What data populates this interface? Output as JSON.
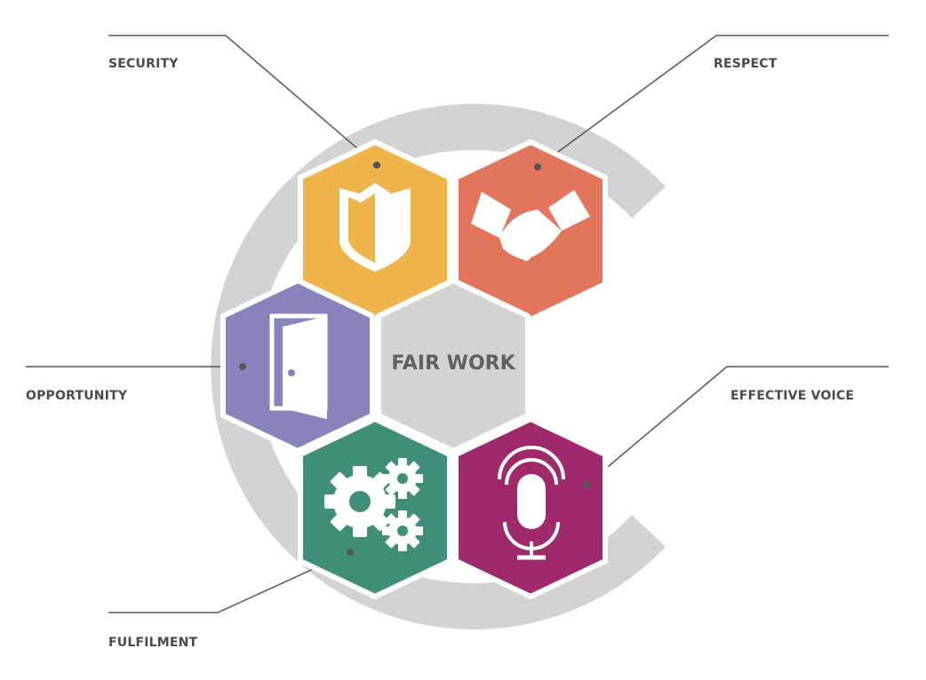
{
  "diagram": {
    "center": "FAIR WORK",
    "labels": {
      "security": "SECURITY",
      "respect": "RESPECT",
      "opportunity": "OPPORTUNITY",
      "effective_voice": "EFFECTIVE VOICE",
      "fulfilment": "FULFILMENT"
    },
    "icons": {
      "security": "shield-icon",
      "respect": "handshake-icon",
      "opportunity": "door-icon",
      "effective_voice": "microphone-icon",
      "fulfilment": "gears-icon"
    }
  },
  "colors": {
    "security": "#F0B44C",
    "respect": "#E2755C",
    "opportunity": "#8883BB",
    "center": "#D2D3D4",
    "fulfilment": "#3F8E7A",
    "effective_voice": "#9E2A6C",
    "ring": "#D2D3D4",
    "connector": "#555555",
    "label_text": "#4A4A4A",
    "center_text": "#5F6062"
  }
}
